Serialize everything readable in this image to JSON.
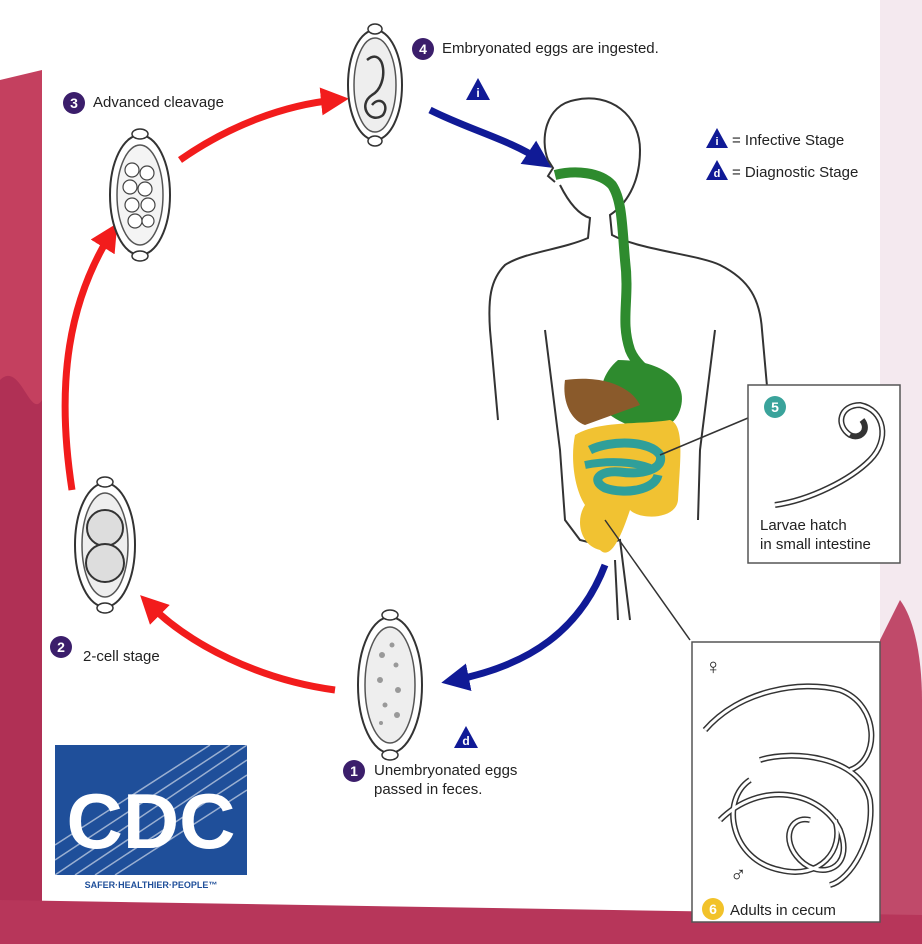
{
  "stages": [
    {
      "number": "1",
      "label": "Unembryonated eggs",
      "label2": "passed in feces."
    },
    {
      "number": "2",
      "label": "2-cell stage"
    },
    {
      "number": "3",
      "label": "Advanced cleavage"
    },
    {
      "number": "4",
      "label": "Embryonated eggs are ingested."
    },
    {
      "number": "5",
      "label": "Larvae hatch",
      "label2": "in small intestine"
    },
    {
      "number": "6",
      "label": "Adults in cecum"
    }
  ],
  "legend": {
    "infective_letter": "i",
    "infective": "= Infective Stage",
    "diagnostic_letter": "d",
    "diagnostic": "= Diagnostic Stage"
  },
  "logo": {
    "text": "CDC",
    "tagline": "SAFER·HEALTHIER·PEOPLE™"
  },
  "symbols": {
    "female": "♀",
    "male": "♂"
  },
  "colors": {
    "arrow_red": "#f21c1c",
    "arrow_blue": "#101a96",
    "badge_purple": "#3b1e6b",
    "badge_teal": "#3aa39b",
    "badge_yellow": "#f2c22a",
    "tract_green": "#2e8b2e",
    "colon_yellow": "#f1c232",
    "liver_brown": "#8a5a2b",
    "intestine_teal": "#2f9f9a",
    "cdc_blue": "#1f4f9a"
  }
}
